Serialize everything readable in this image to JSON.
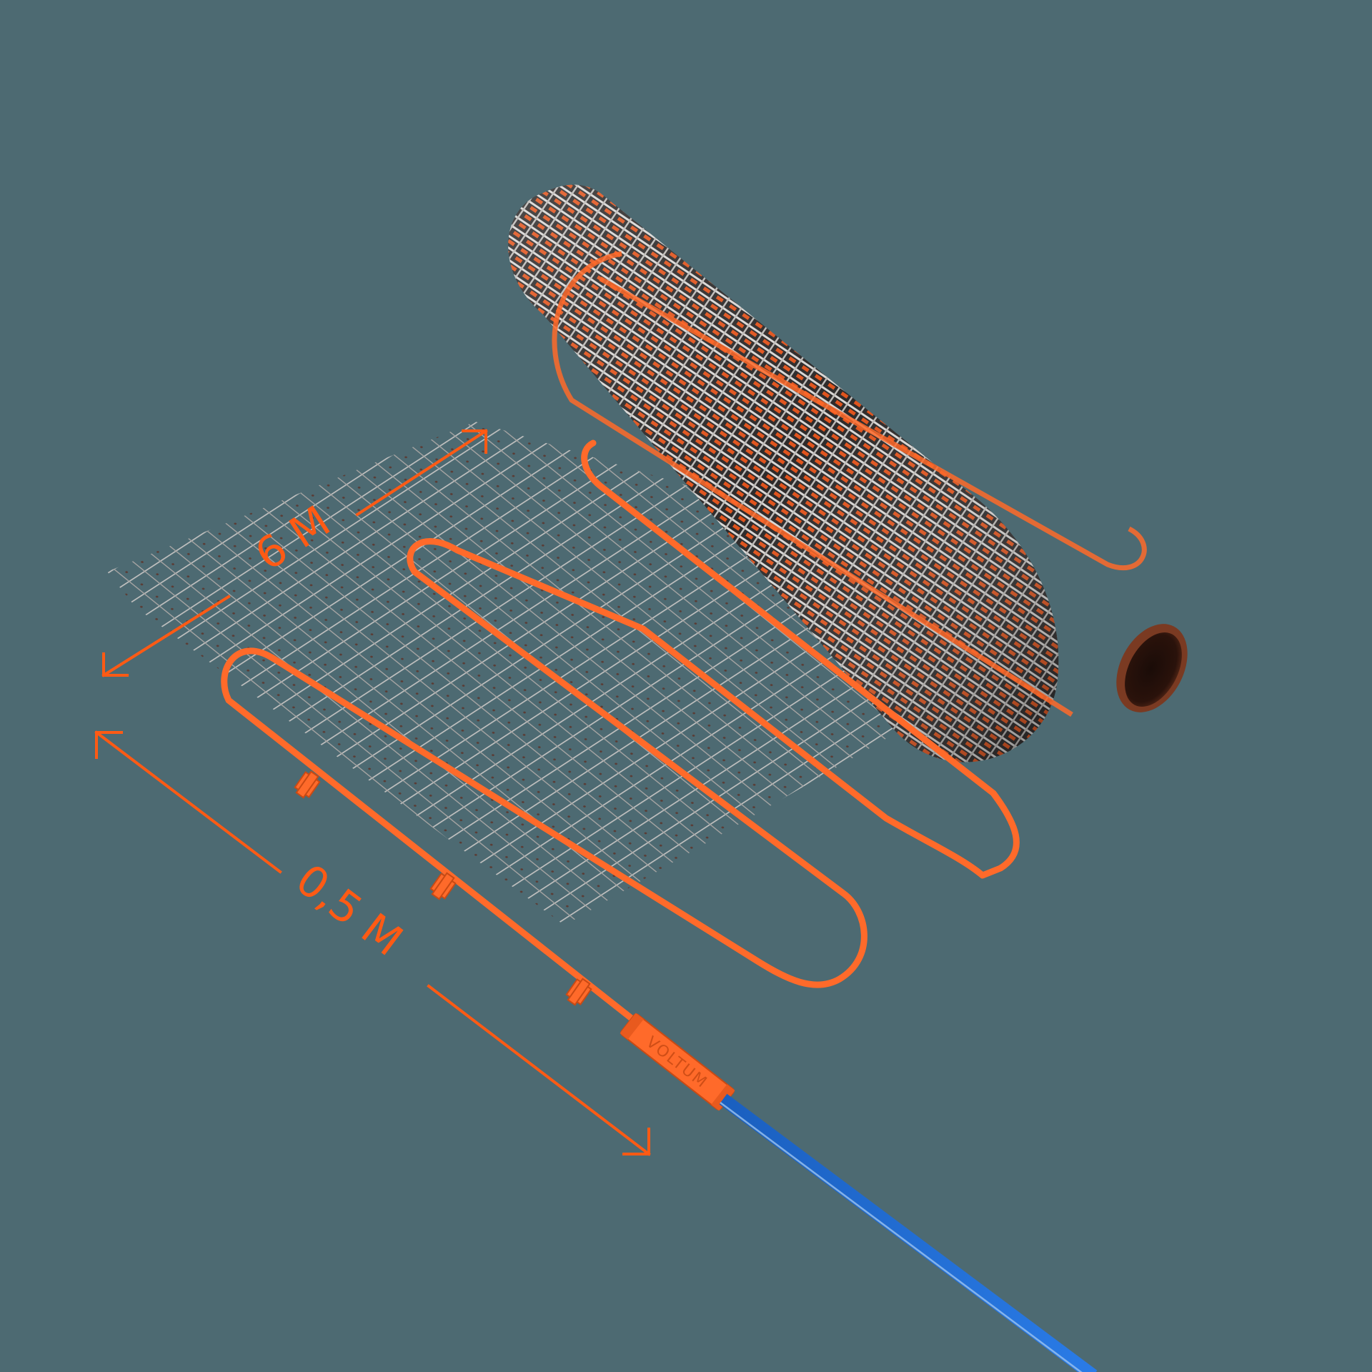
{
  "scene": {
    "description": "Heating mat product render: wire mesh with orange serpentine heating cable, partially rolled, blue power cable",
    "background_color": "#4d6a72"
  },
  "dimensions": {
    "length_label": "6 M",
    "width_label": "0,5 M",
    "arrow_color": "#ff5a14"
  },
  "product": {
    "brand_label": "VOLTUM",
    "cable_color": "#ff6a2a",
    "mesh_color": "#b8b6b4",
    "power_cable_color": "#1f6ed4",
    "core_color": "#7a3a22"
  }
}
